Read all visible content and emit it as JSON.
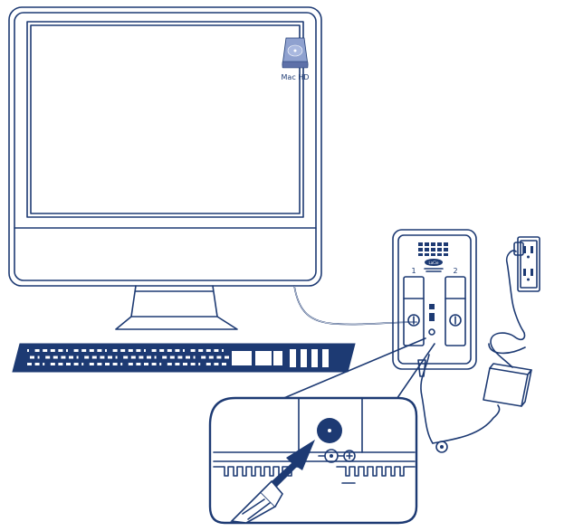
{
  "desktop": {
    "drive_label": "Mac HD"
  },
  "device": {
    "brand": "LaCie",
    "bay_labels": [
      "1",
      "2"
    ]
  },
  "colors": {
    "ink": "#1d3a73",
    "drive_icon": "#7c8fc2",
    "background": "#ffffff"
  }
}
